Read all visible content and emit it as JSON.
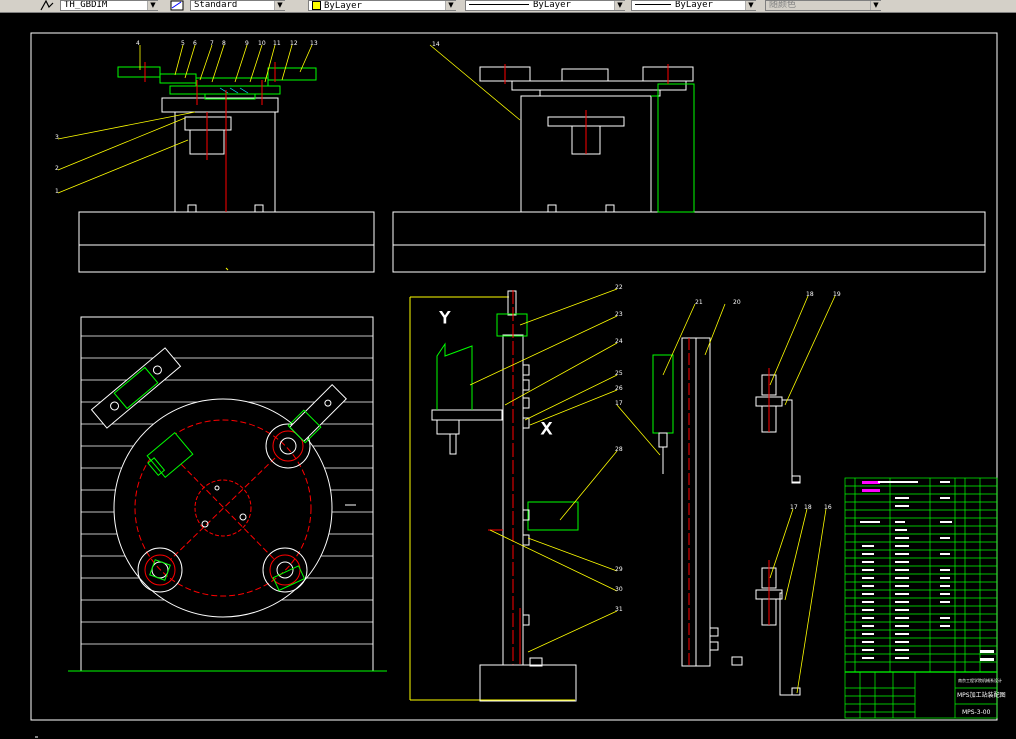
{
  "toolbar": {
    "text_style": "TH_GBDIM",
    "dim_style": "Standard",
    "layer": "ByLayer",
    "linetype": "ByLayer",
    "lineweight": "ByLayer",
    "plot_style": "随颜色"
  },
  "balloons": {
    "top_left": [
      "4",
      "5",
      "6",
      "7",
      "8",
      "9",
      "10",
      "11",
      "12",
      "13"
    ],
    "left_side": [
      "3",
      "2",
      "1"
    ],
    "top_right": "14",
    "bottom_mid": [
      "22",
      "23",
      "24",
      "25",
      "26",
      "17",
      "28",
      "29",
      "30",
      "31"
    ],
    "bottom_right": [
      "21",
      "20",
      "18",
      "19",
      "17",
      "18",
      "16"
    ]
  },
  "axes": {
    "y": "Y",
    "x": "X"
  },
  "title_block": {
    "title": "MPS加工站装配图",
    "drawing_no": "MPS-3-00",
    "school": "南京工程学院机械系设计"
  },
  "colors": {
    "background": "#000000",
    "main": "#ffffff",
    "center": "#ff0000",
    "part": "#00ff00",
    "leader": "#ffff00",
    "hatch": "#00ffff",
    "magenta": "#ff00ff"
  }
}
